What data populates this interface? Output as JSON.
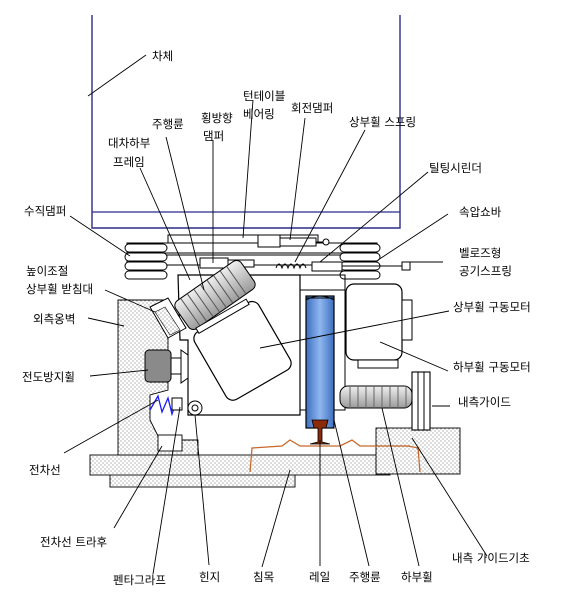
{
  "labels": {
    "car_body": "차체",
    "turntable_bearing_1": "턴테이블",
    "turntable_bearing_2": "베어링",
    "lateral_damper_1": "횡방향",
    "lateral_damper_2": "댐퍼",
    "running_wheel_top": "주행륜",
    "rotation_damper": "회전댐퍼",
    "upper_wheel_spring": "상부휠 스프링",
    "bogie_frame_1": "대차하부",
    "bogie_frame_2": "프레임",
    "tilting_cylinder": "틸팅시린더",
    "vertical_damper": "수직댐퍼",
    "oil_damper": "속압쇼바",
    "bellows_spring_1": "벨로즈형",
    "bellows_spring_2": "공기스프링",
    "height_adjust_1": "높이조절",
    "height_adjust_2": "상부휠 받침대",
    "outer_wall": "외측옹벽",
    "upper_drive_motor": "상부휠 구동모터",
    "anti_fall_wheel": "전도방지휠",
    "lower_drive_motor": "하부휠 구동모터",
    "inner_guide": "내측가이드",
    "trolley_wire": "전차선",
    "trolley_trough": "전차선 트라후",
    "pantograph": "펜타그라프",
    "hinge": "힌지",
    "sleeper": "침목",
    "rail": "레일",
    "running_wheel": "주행륜",
    "lower_wheel": "하부휠",
    "inner_guide_foundation": "내측 가이드기초"
  },
  "colors": {
    "car_body_outline": "#2b2b8a",
    "rail_fill": "#5b8fd8",
    "rail_head": "#8b2b0a",
    "sleeper_line": "#c8682a",
    "spring_blue": "#1a1aff"
  }
}
